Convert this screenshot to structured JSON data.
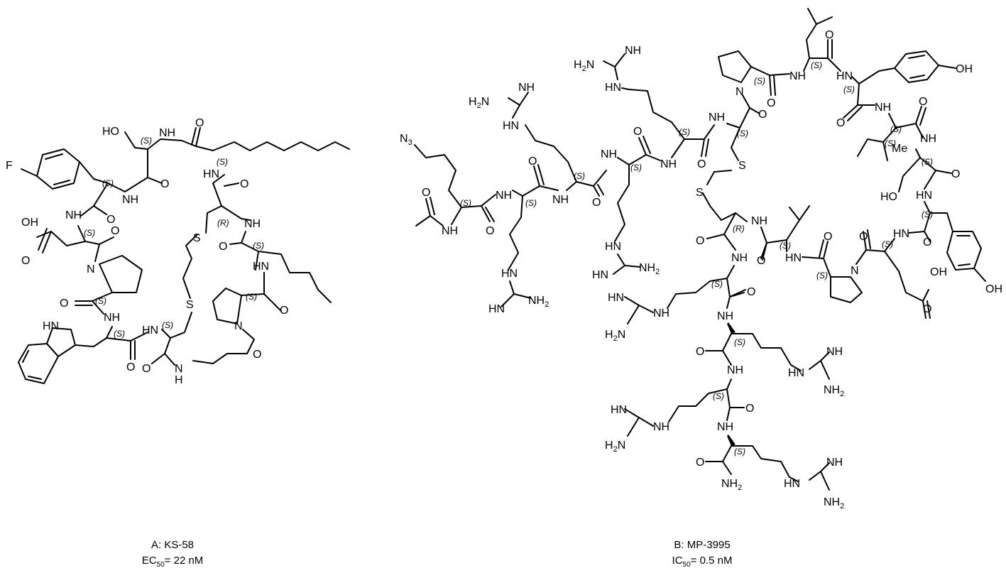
{
  "compounds": [
    {
      "id": "A",
      "label": "A: KS-58",
      "metric": "EC",
      "metric_sub": "50",
      "metric_value": "= 22 nM"
    },
    {
      "id": "B",
      "label": "B: MP-3995",
      "metric": "IC",
      "metric_sub": "50",
      "metric_value": "= 0.5 nM"
    }
  ],
  "atoms": {
    "fluorine": "F",
    "hydroxyl": "OH",
    "carboxylic_acid": "OH",
    "ho": "HO",
    "nh": "NH",
    "hn": "HN",
    "n": "N",
    "h": "H",
    "o": "O",
    "s": "S",
    "azide": "N",
    "azide_sub": "3",
    "amine": "NH",
    "amine_sub": "2",
    "h2n": "H",
    "h2n_sub": "2",
    "h2n_tail": "N",
    "methyl": "Me"
  },
  "stereo": {
    "s": "(S)",
    "r": "(R)"
  }
}
